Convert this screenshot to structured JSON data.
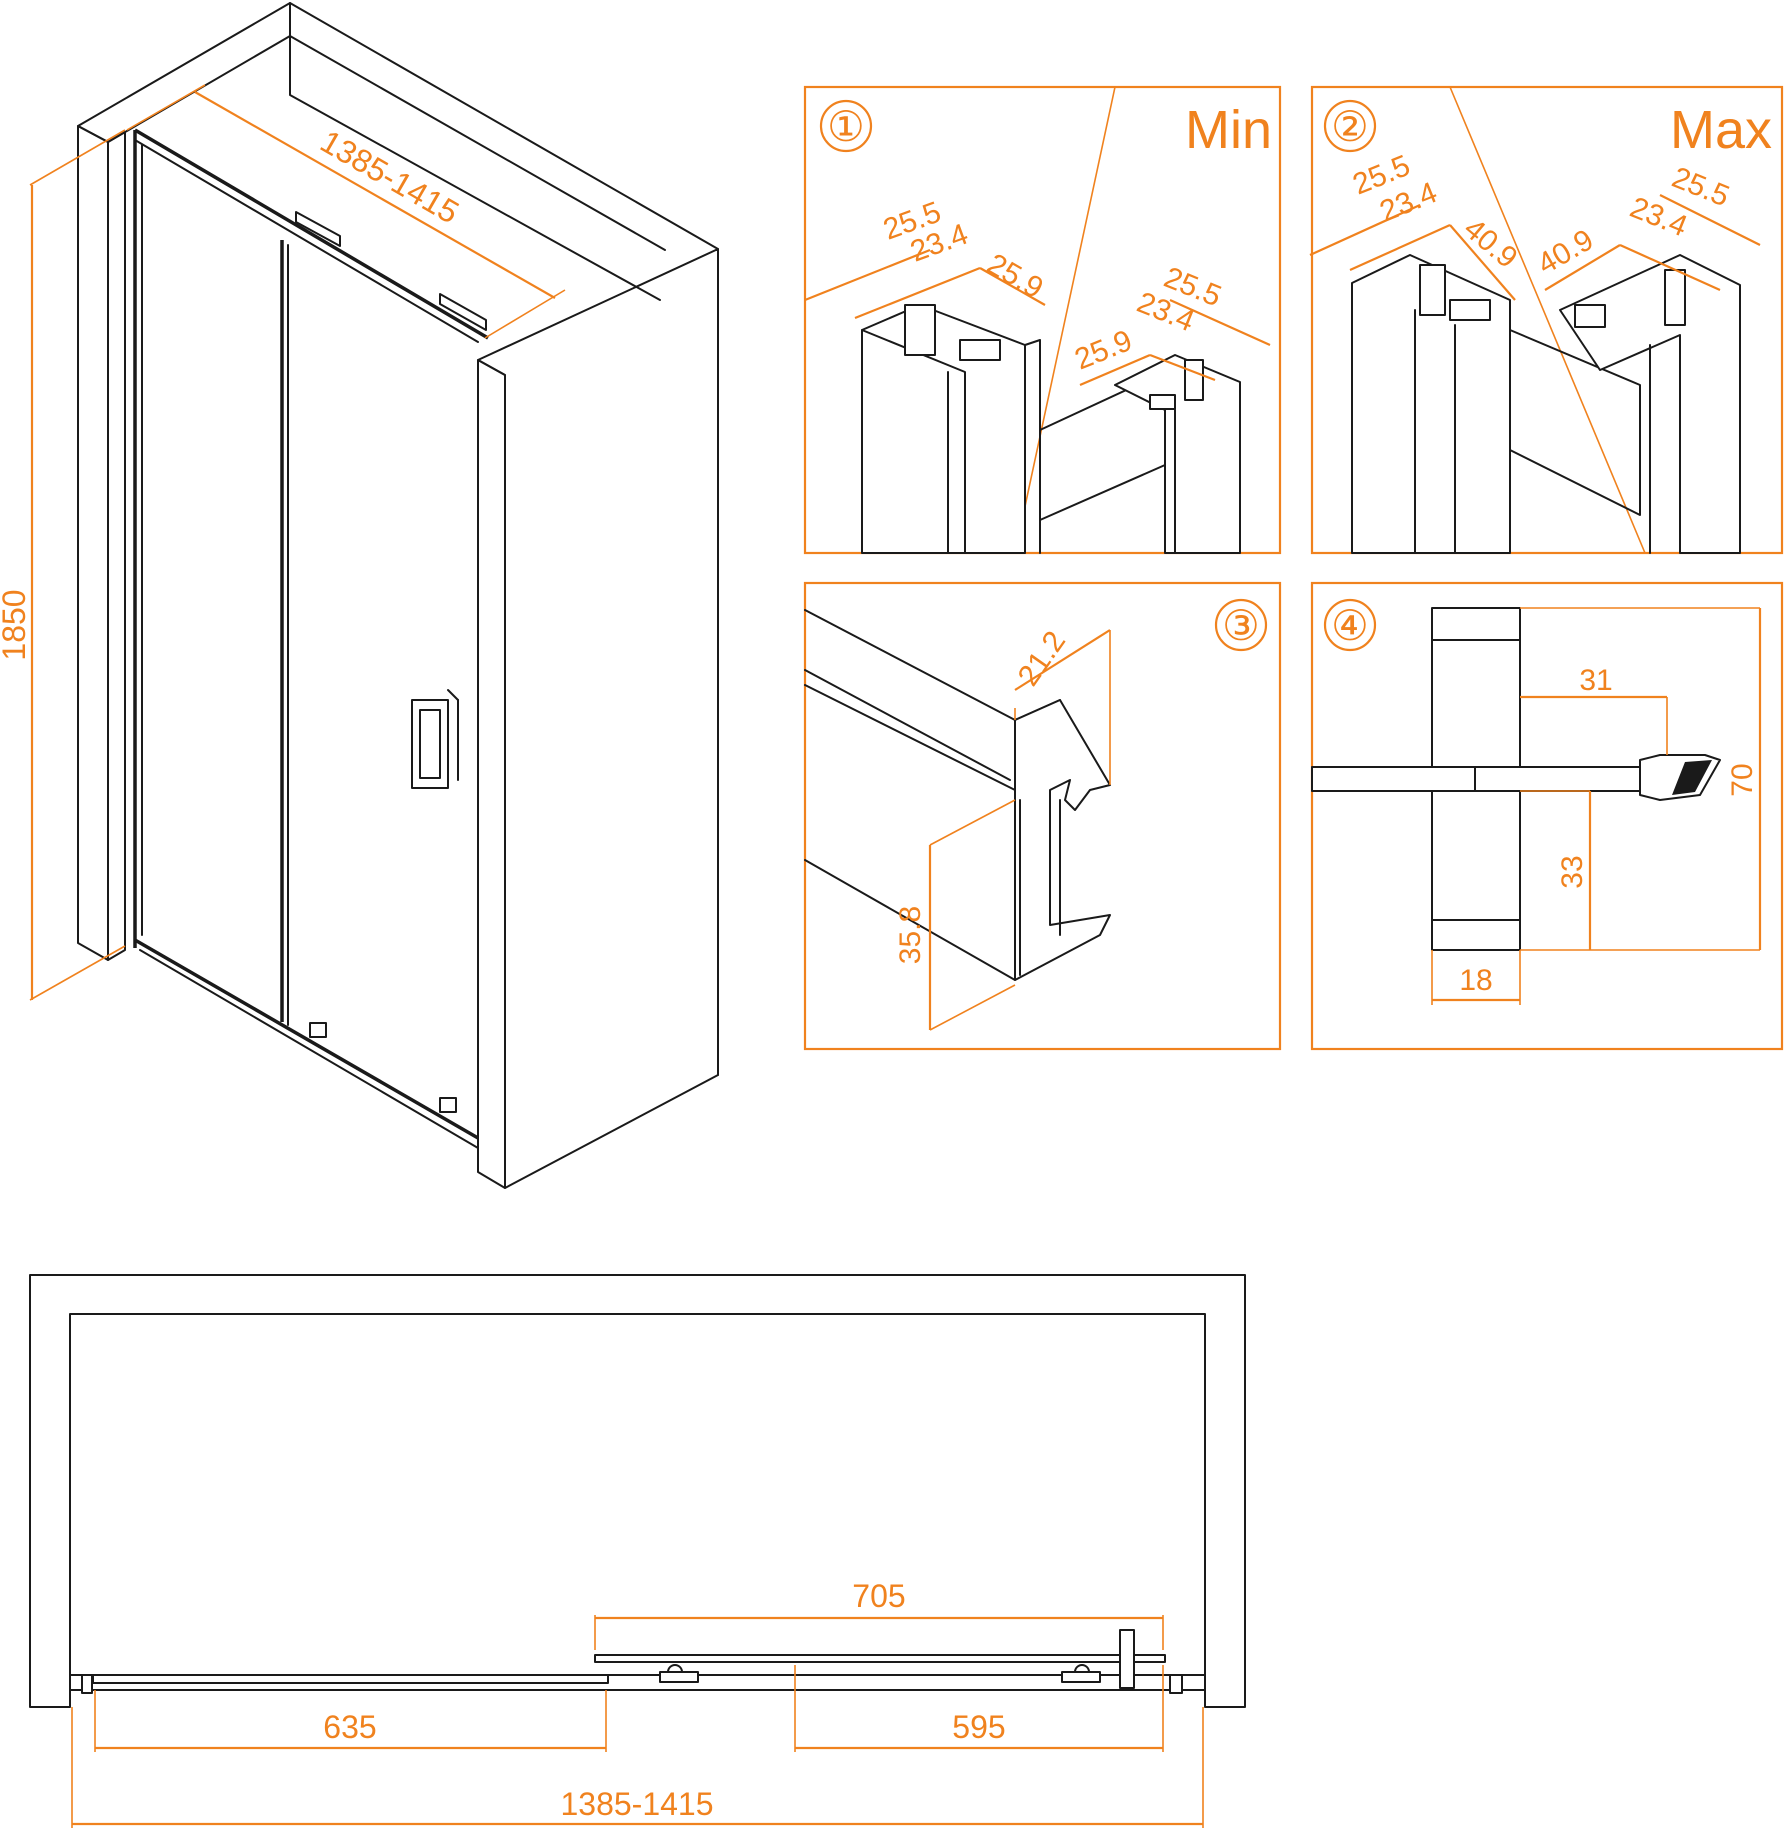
{
  "colors": {
    "dimension": "#f0821e",
    "outline": "#1a1a1a"
  },
  "iso_view": {
    "width_label": "1385-1415",
    "height_label": "1850"
  },
  "panels": [
    {
      "number": "①",
      "title": "Min",
      "dims": [
        "25.5",
        "23.4",
        "25.9",
        "25.9",
        "23.4",
        "25.5"
      ]
    },
    {
      "number": "②",
      "title": "Max",
      "dims": [
        "25.5",
        "23.4",
        "40.9",
        "40.9",
        "23.4",
        "25.5"
      ]
    },
    {
      "number": "③",
      "title": "",
      "dims": [
        "21.2",
        "35.8"
      ]
    },
    {
      "number": "④",
      "title": "",
      "dims": [
        "31",
        "70",
        "33",
        "18"
      ]
    }
  ],
  "plan_view": {
    "dims": [
      "705",
      "635",
      "595",
      "1385-1415"
    ]
  }
}
